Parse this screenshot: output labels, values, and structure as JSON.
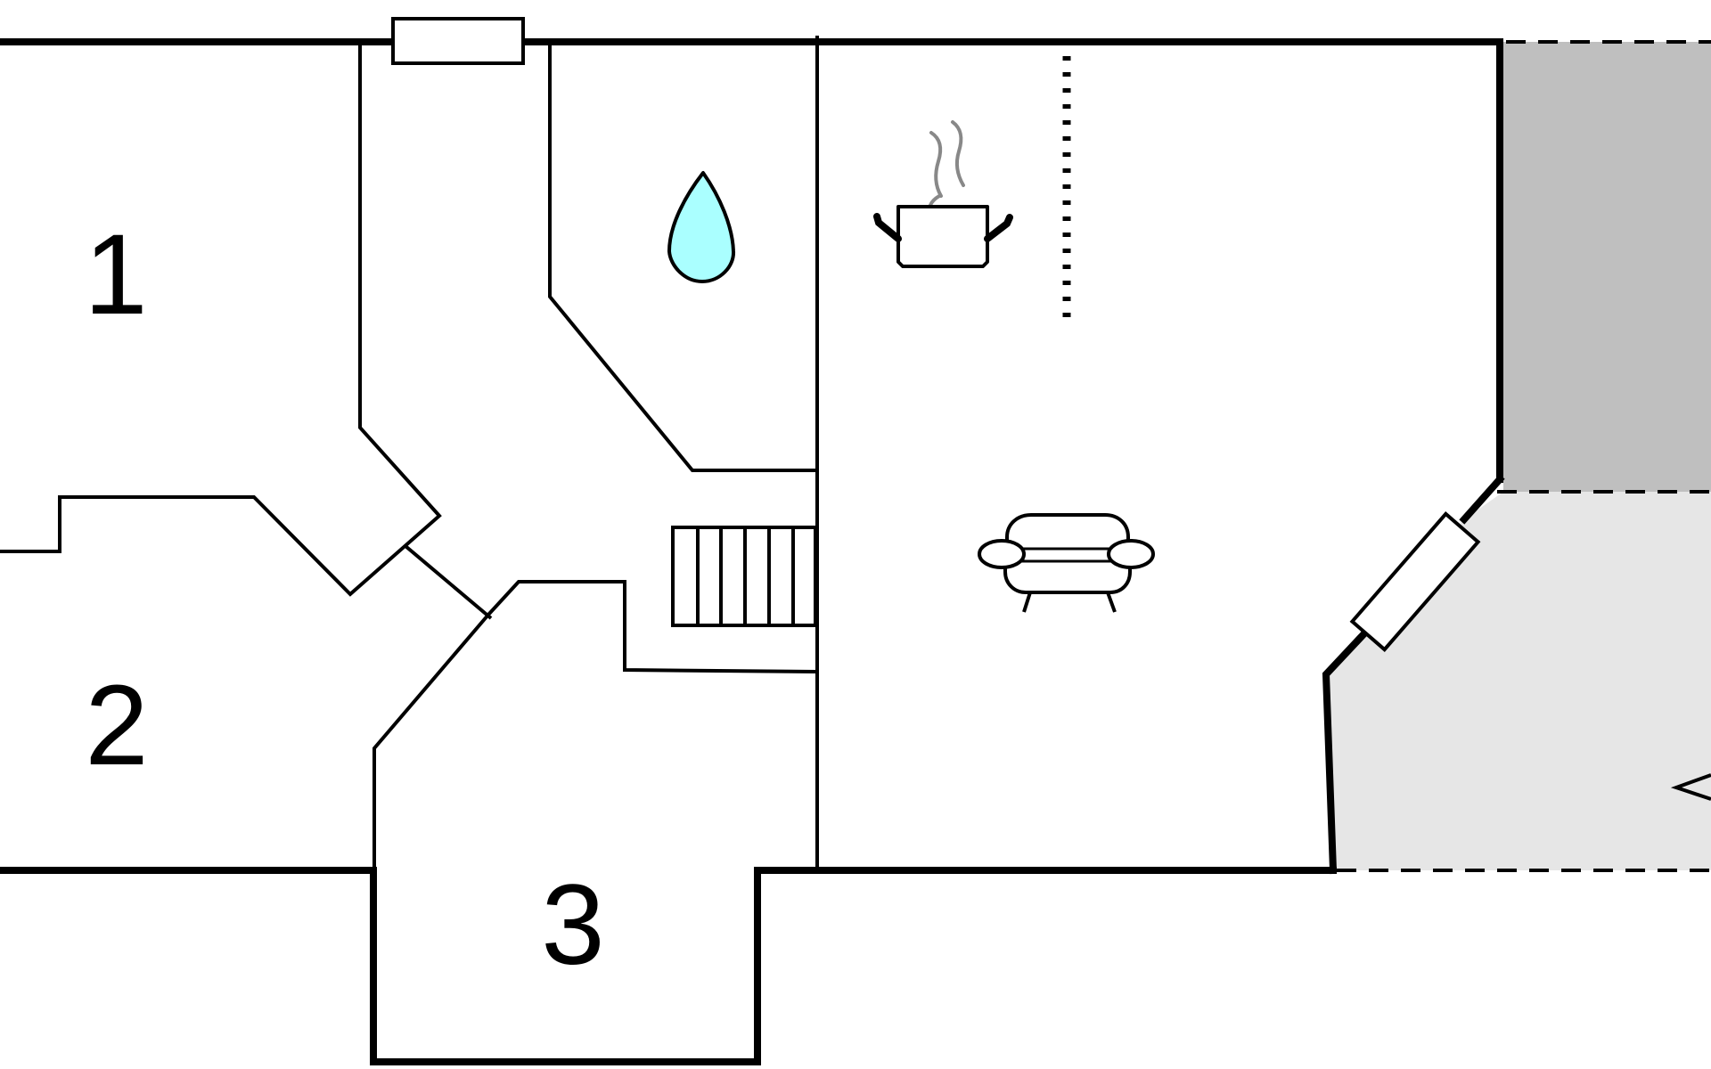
{
  "rooms": [
    {
      "id": "room-1",
      "number": "1"
    },
    {
      "id": "room-2",
      "number": "2"
    },
    {
      "id": "room-3",
      "number": "3"
    }
  ],
  "icons": [
    "bathroom-water-drop-icon",
    "kitchen-cooking-pot-icon",
    "living-room-sofa-icon",
    "stairs-icon",
    "window-icon",
    "door-icon"
  ],
  "colors": {
    "wall": "#000000",
    "water_drop": "#aaffff",
    "covered_terrace": "#bfbfbf",
    "open_terrace": "#e6e6e6",
    "steam": "#888888"
  }
}
